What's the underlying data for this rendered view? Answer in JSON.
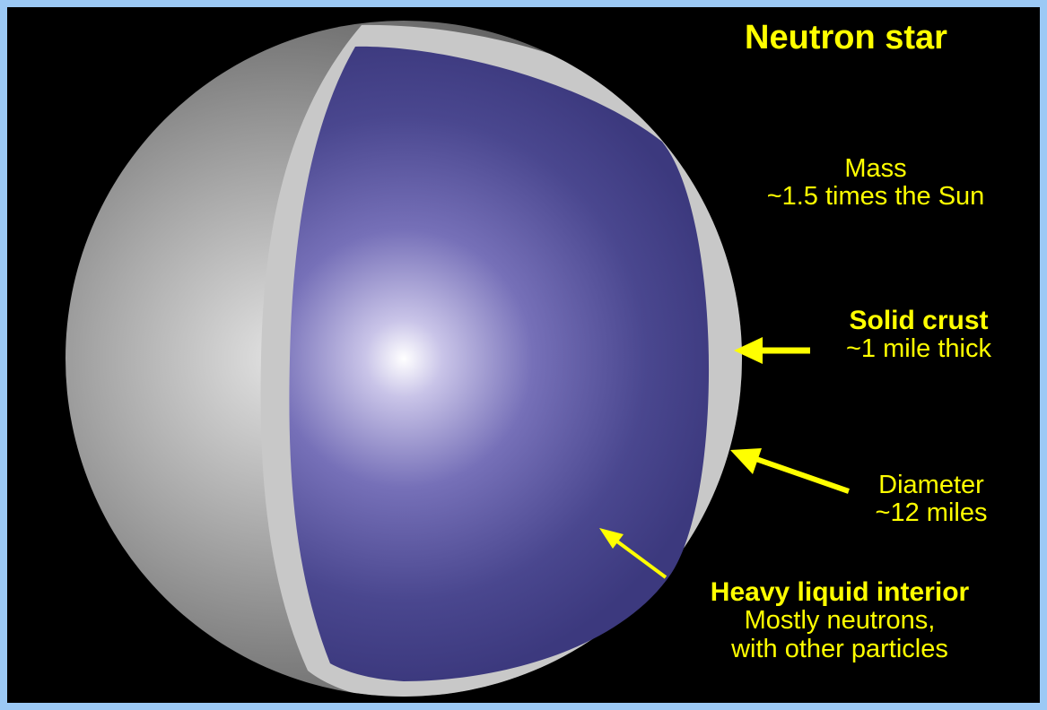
{
  "title": "Neutron star",
  "colors": {
    "border": "#9cc9f5",
    "background": "#000000",
    "label": "#ffff00",
    "crust": "#c8c8c8",
    "interior": "#3f3d86",
    "interior_center": "#ffffff",
    "outer_surface": "#8c8c8c"
  },
  "labels": {
    "mass": {
      "heading": "Mass",
      "detail": "~1.5 times the Sun"
    },
    "crust": {
      "heading": "Solid crust",
      "detail": "~1 mile thick"
    },
    "diameter": {
      "heading": "Diameter",
      "detail": "~12 miles"
    },
    "interior": {
      "heading": "Heavy liquid interior",
      "line1": "Mostly neutrons,",
      "line2": "with other particles"
    }
  }
}
